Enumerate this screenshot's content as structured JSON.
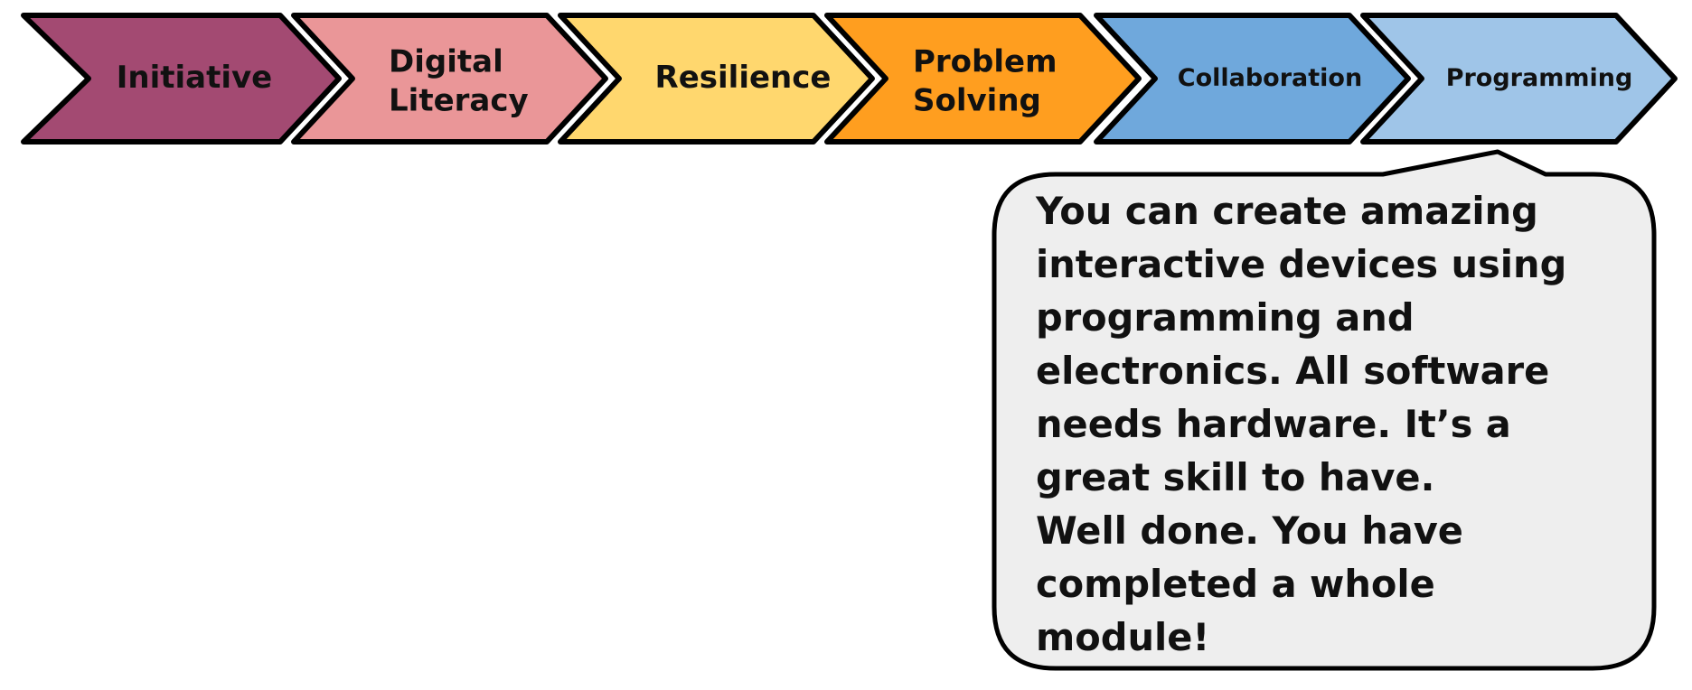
{
  "steps": [
    {
      "label_lines": [
        "Initiative"
      ],
      "color": "#A34A72"
    },
    {
      "label_lines": [
        "Digital",
        "Literacy"
      ],
      "color": "#EA9698"
    },
    {
      "label_lines": [
        "Resilience"
      ],
      "color": "#FFD76E"
    },
    {
      "label_lines": [
        "Problem",
        "Solving"
      ],
      "color": "#FF9E1F"
    },
    {
      "label_lines": [
        "Collaboration"
      ],
      "color": "#6FA8DC"
    },
    {
      "label_lines": [
        "Programming"
      ],
      "color": "#9FC5E8"
    }
  ],
  "callout": {
    "lines": [
      "You can create amazing",
      "interactive devices using",
      "programming and",
      "electronics. All software",
      "needs hardware. It’s a",
      "great skill to have.",
      "Well done. You have",
      "completed a whole",
      "module!"
    ],
    "fill_color": "#EEEEEE",
    "points_to_step": 6
  }
}
